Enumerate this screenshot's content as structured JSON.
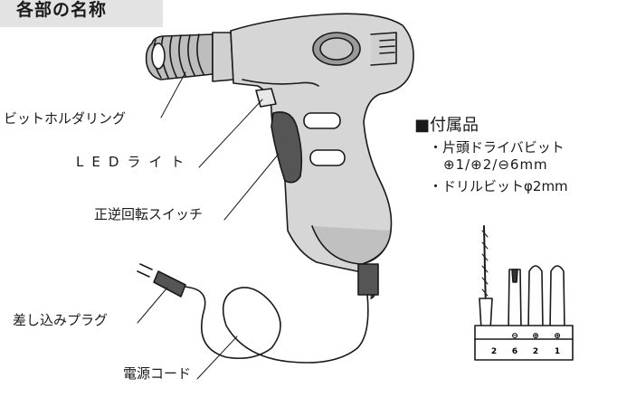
{
  "header": {
    "title": "各部の名称"
  },
  "labels": {
    "bit_holder_ring": "ビットホルダリング",
    "led_light": "LEDライト",
    "direction_switch": "正逆回転スイッチ",
    "power_plug": "差し込みプラグ",
    "power_cord": "電源コード"
  },
  "accessories": {
    "title": "■付属品",
    "line1": "・片頭ドライバビット",
    "line2": "⊕1/⊕2/⊖6mm",
    "line3": "・ドリルビットφ2mm"
  },
  "bit_holder": {
    "markers": [
      "⊖",
      "⊕",
      "⊕"
    ],
    "numbers": [
      "2",
      "6",
      "2",
      "1"
    ]
  }
}
